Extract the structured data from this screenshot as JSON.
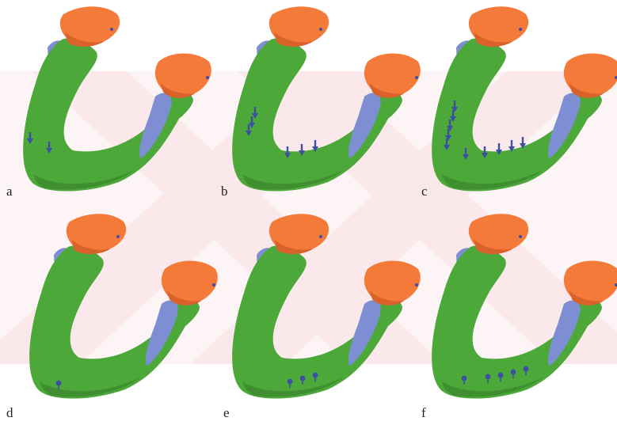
{
  "colors": {
    "bone": "#4da83a",
    "bone_shade": "#3f8f30",
    "condyle": "#f47a3a",
    "condyle_shade": "#d9612a",
    "muscle": "#7d8fd2",
    "marker": "#3d4fa3",
    "watermark": "#f6d7d9"
  },
  "panels": [
    {
      "label": "a",
      "marker_style": "arrow",
      "marker_count": 2
    },
    {
      "label": "b",
      "marker_style": "arrow",
      "marker_count": 6
    },
    {
      "label": "c",
      "marker_style": "arrow",
      "marker_count": 10
    },
    {
      "label": "d",
      "marker_style": "screw",
      "marker_count": 1
    },
    {
      "label": "e",
      "marker_style": "screw",
      "marker_count": 3
    },
    {
      "label": "f",
      "marker_style": "screw",
      "marker_count": 5
    }
  ]
}
